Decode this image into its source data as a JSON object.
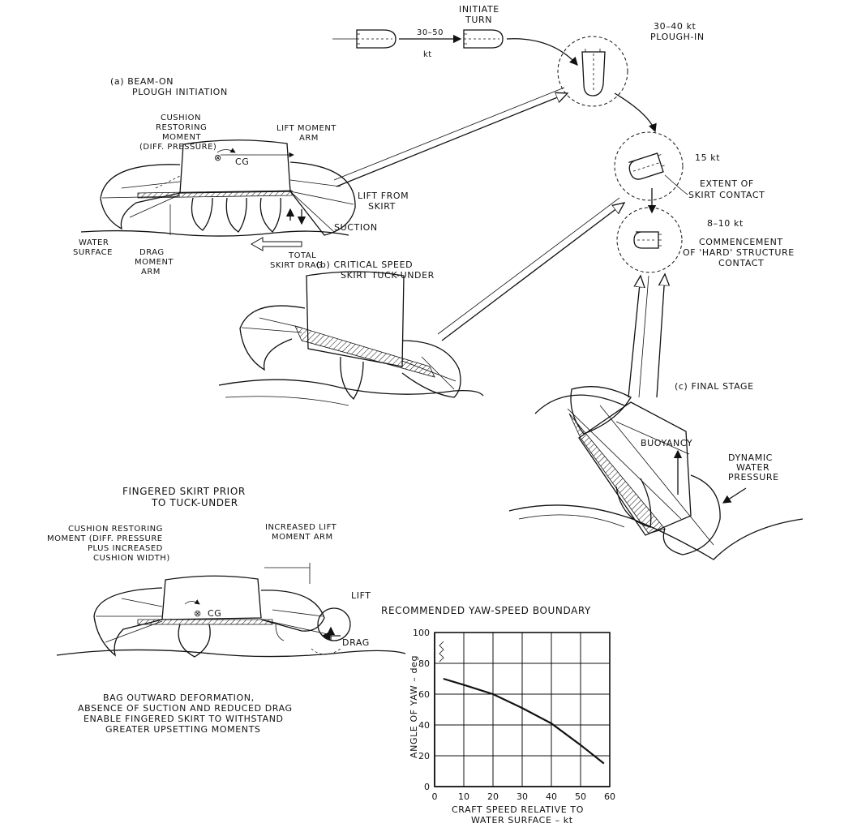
{
  "top_sequence": {
    "speed_1": "30–50",
    "speed_1_unit": "kt",
    "initiate_turn_line1": "INITIATE",
    "initiate_turn_line2": "TURN",
    "plough_in_speed": "30–40 kt",
    "plough_in_label": "PLOUGH-IN",
    "speed_15": "15 kt",
    "skirt_contact_line1": "EXTENT OF",
    "skirt_contact_line2": "SKIRT CONTACT",
    "speed_8_10": "8–10 kt",
    "hard_contact_line1": "COMMENCEMENT",
    "hard_contact_line2": "OF 'HARD' STRUCTURE",
    "hard_contact_line3": "CONTACT"
  },
  "panel_a": {
    "title_line1": "(a)  BEAM-ON",
    "title_line2": "PLOUGH INITIATION",
    "cushion_line1": "CUSHION",
    "cushion_line2": "RESTORING",
    "cushion_line3": "MOMENT",
    "cushion_line4": "(DIFF. PRESSURE)",
    "lift_arm_line1": "LIFT MOMENT",
    "lift_arm_line2": "ARM",
    "cg": "CG",
    "lift_skirt_line1": "LIFT FROM",
    "lift_skirt_line2": "SKIRT",
    "suction": "SUCTION",
    "water_line1": "WATER",
    "water_line2": "SURFACE",
    "drag_arm_line1": "DRAG",
    "drag_arm_line2": "MOMENT",
    "drag_arm_line3": "ARM",
    "total_drag_line1": "TOTAL",
    "total_drag_line2": "SKIRT DRAG"
  },
  "panel_b": {
    "title_line1": "(b)  CRITICAL SPEED",
    "title_line2": "SKIRT TUCK-UNDER"
  },
  "panel_c": {
    "title": "(c)  FINAL STAGE",
    "buoyancy": "BUOYANCY",
    "dynamic_line1": "DYNAMIC",
    "dynamic_line2": "WATER",
    "dynamic_line3": "PRESSURE"
  },
  "fingered": {
    "title_line1": "FINGERED SKIRT PRIOR",
    "title_line2": "TO TUCK-UNDER",
    "cushion_line1": "CUSHION RESTORING",
    "cushion_line2": "MOMENT (DIFF. PRESSURE",
    "cushion_line3": "PLUS INCREASED",
    "cushion_line4": "CUSHION WIDTH)",
    "lift_arm_line1": "INCREASED LIFT",
    "lift_arm_line2": "MOMENT ARM",
    "cg": "CG",
    "lift": "LIFT",
    "drag": "DRAG",
    "caption_line1": "BAG OUTWARD DEFORMATION,",
    "caption_line2": "ABSENCE OF SUCTION AND REDUCED DRAG",
    "caption_line3": "ENABLE FINGERED SKIRT TO WITHSTAND",
    "caption_line4": "GREATER UPSETTING MOMENTS"
  },
  "chart_data": {
    "type": "line",
    "title": "RECOMMENDED YAW-SPEED BOUNDARY",
    "xlabel_line1": "CRAFT SPEED RELATIVE TO",
    "xlabel_line2": "WATER SURFACE – kt",
    "ylabel": "ANGLE OF YAW – deg",
    "xlim": [
      0,
      60
    ],
    "ylim": [
      0,
      100
    ],
    "x_ticks": [
      "0",
      "10",
      "20",
      "30",
      "40",
      "50",
      "60"
    ],
    "y_ticks": [
      "0",
      "20",
      "40",
      "60",
      "80",
      "100"
    ],
    "grid": true,
    "series": [
      {
        "x": [
          3,
          10,
          20,
          30,
          40,
          50,
          58
        ],
        "y": [
          70,
          66,
          60,
          51,
          41,
          27,
          15
        ]
      }
    ]
  }
}
